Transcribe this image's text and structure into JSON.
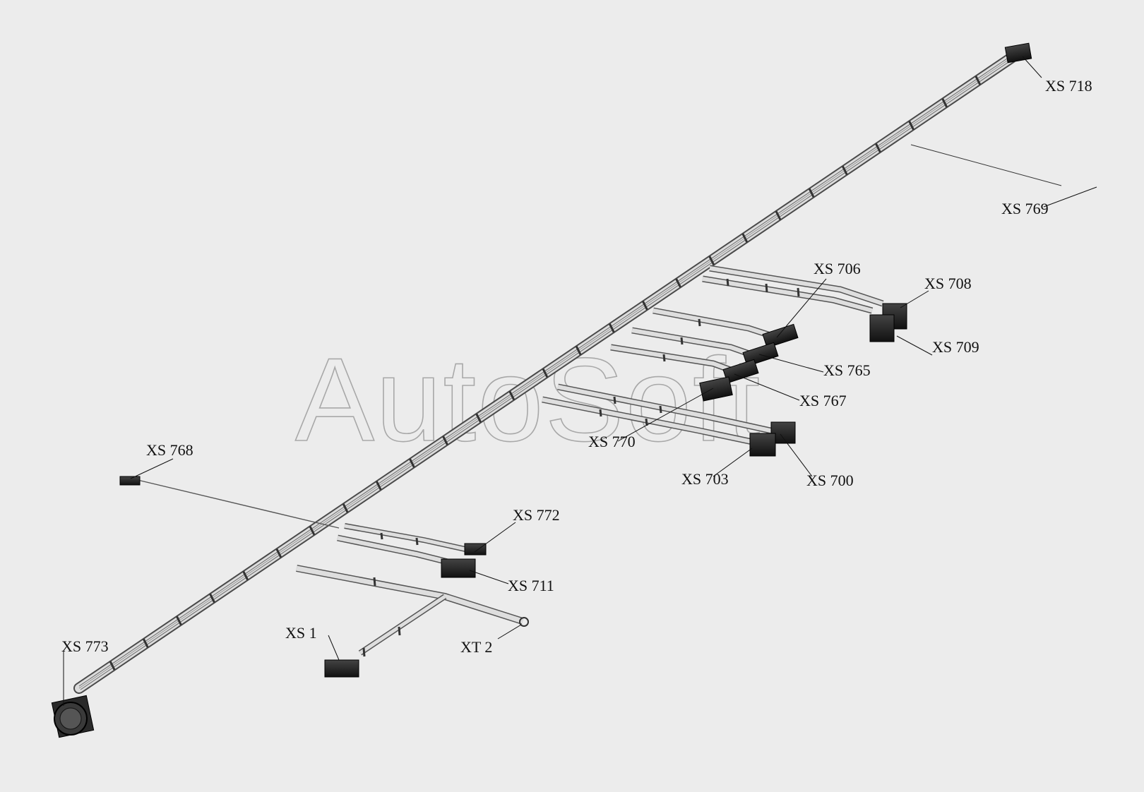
{
  "watermark": "AutoSoft",
  "labels": {
    "xs718": "XS 718",
    "xs769": "XS 769",
    "xs706": "XS 706",
    "xs708": "XS 708",
    "xs709": "XS 709",
    "xs765": "XS 765",
    "xs767": "XS 767",
    "xs770": "XS 770",
    "xs703": "XS 703",
    "xs700": "XS 700",
    "xs768": "XS 768",
    "xs772": "XS 772",
    "xs711": "XS 711",
    "xs1": "XS 1",
    "xt2": "XT 2",
    "xs773": "XS 773"
  },
  "colors": {
    "background": "#ececec",
    "harness_edge": "#4a4a4a",
    "harness_fill": "#d9d9d9",
    "connector": "#1e1e1e",
    "leader": "#111111",
    "watermark": "#a8a8a8"
  }
}
